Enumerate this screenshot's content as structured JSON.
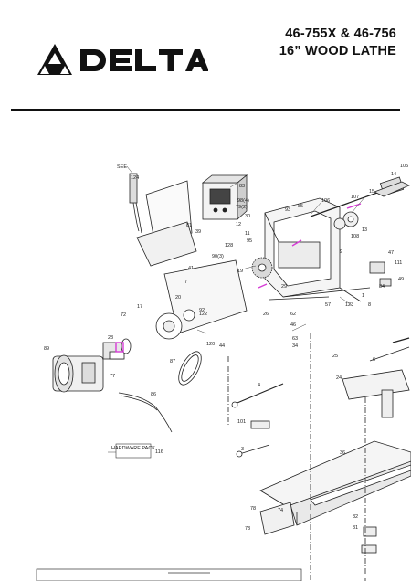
{
  "header": {
    "model_line": "46-755X & 46-756",
    "product_line": "16” WOOD LATHE"
  },
  "brand": {
    "logo_text": "DELTA",
    "logo_icon": "delta-triangle-icon"
  },
  "diagram": {
    "hardware_pack_label": "HARDWARE PACK",
    "part_labels": [
      "SEE",
      "124",
      "83",
      "98(4)",
      "79(2)",
      "30",
      "12",
      "11",
      "93",
      "95",
      "85",
      "106",
      "107",
      "105",
      "14",
      "15",
      "13",
      "108",
      "9",
      "47",
      "111",
      "84",
      "49",
      "1",
      "8",
      "123",
      "19",
      "29",
      "26",
      "57",
      "62",
      "46",
      "63",
      "34",
      "41",
      "7",
      "81",
      "90(3)",
      "72",
      "92",
      "17",
      "20",
      "23",
      "89",
      "77",
      "87",
      "44",
      "86",
      "4",
      "101",
      "3",
      "36",
      "6",
      "24",
      "25",
      "39",
      "32",
      "31",
      "78",
      "73",
      "74",
      "116",
      "120",
      "122",
      "128"
    ]
  },
  "colors": {
    "ink": "#111111",
    "highlight": "#d63bd6",
    "paper": "#ffffff"
  }
}
